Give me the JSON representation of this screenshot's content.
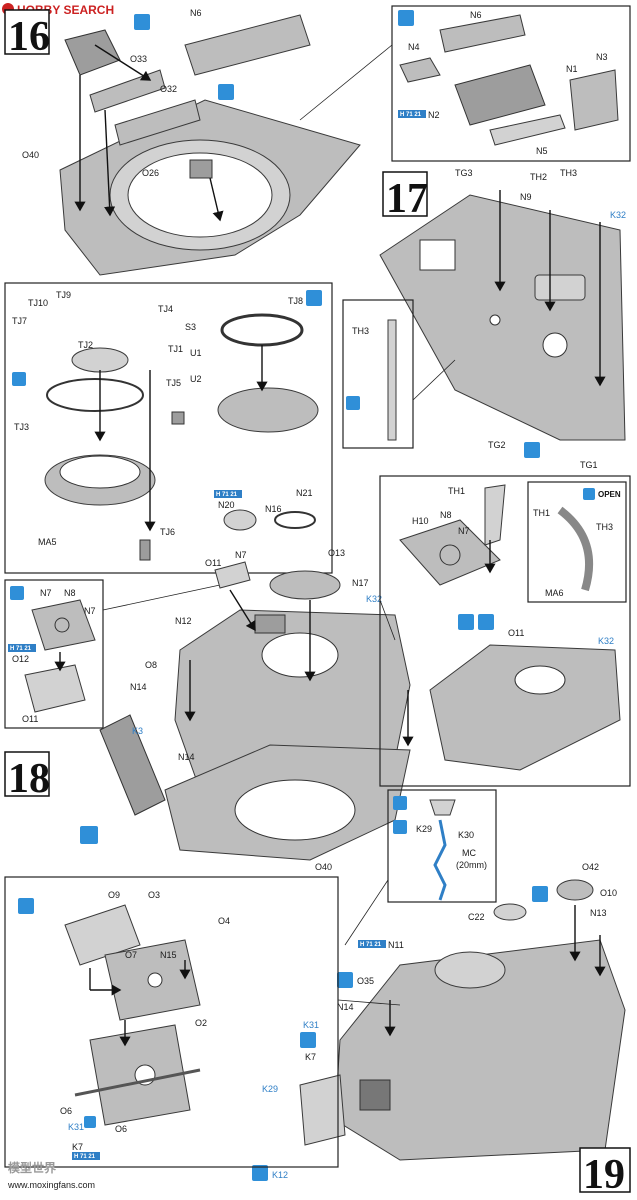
{
  "watermark": {
    "top_left": "HOBBY SEARCH",
    "bottom_cn": "模型世界",
    "bottom_url": "www.moxingfans.com"
  },
  "steps": {
    "s16": "16",
    "s17": "17",
    "s18": "18",
    "s19": "19"
  },
  "open_label": "OPEN",
  "paint_tag": "H 71 21",
  "labels": {
    "step16": [
      "N6",
      "O33",
      "O32",
      "O40",
      "O26"
    ],
    "step16_inset": [
      "N6",
      "N4",
      "N1",
      "N3",
      "N2",
      "N5"
    ],
    "step17": [
      "TG3",
      "TH2",
      "TH3",
      "K32",
      "N9",
      "TG2",
      "TG1"
    ],
    "step17_inset": [
      "TH3"
    ],
    "step18_ring": [
      "TJ10",
      "TJ9",
      "TJ7",
      "TJ4",
      "TJ8",
      "S3",
      "TJ2",
      "TJ1",
      "U1",
      "U2",
      "TJ5",
      "TJ3",
      "MA5",
      "TJ6"
    ],
    "step18_main": [
      "N20",
      "N16",
      "N21",
      "O11",
      "N7",
      "O13",
      "N17",
      "K32",
      "N12",
      "O8",
      "N14",
      "K3",
      "N14",
      "O40"
    ],
    "step18_hatch": [
      "N7",
      "N8",
      "N7",
      "O12",
      "O11"
    ],
    "step18_right": [
      "TH1",
      "H10",
      "N8",
      "N7",
      "TH1",
      "TH3",
      "MA6",
      "O11",
      "K32"
    ],
    "step19": [
      "K29",
      "K30",
      "MC",
      "(20mm)",
      "O42",
      "O10",
      "C22",
      "N13",
      "N11",
      "O35",
      "N14",
      "K31",
      "K7",
      "K29",
      "K12"
    ],
    "step19_hatch": [
      "O9",
      "O3",
      "O4",
      "O7",
      "N15",
      "O2",
      "O6",
      "K31",
      "K7",
      "O6"
    ]
  }
}
